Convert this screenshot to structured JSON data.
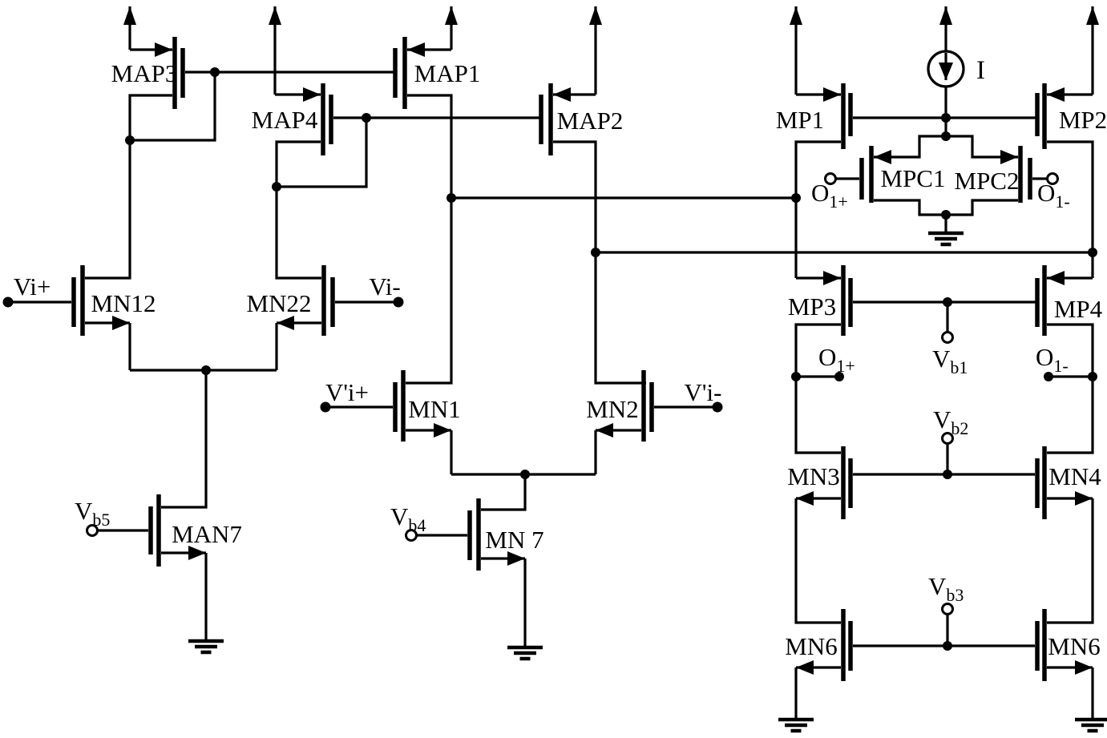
{
  "transistors": {
    "map3": "MAP3",
    "map1": "MAP1",
    "map4": "MAP4",
    "map2": "MAP2",
    "mn12": "MN12",
    "mn22": "MN22",
    "man7": "MAN7",
    "mn1": "MN1",
    "mn2": "MN2",
    "mn7": "MN 7",
    "mp1": "MP1",
    "mp2": "MP2",
    "mpc1": "MPC1",
    "mpc2": "MPC2",
    "mp3": "MP3",
    "mp4": "MP4",
    "mn3": "MN3",
    "mn4": "MN4",
    "mn6_left": "MN6",
    "mn6_right": "MN6"
  },
  "inputs": {
    "vi_plus": "Vi+",
    "vi_minus": "Vi-",
    "vi_prime_plus": "V'i+",
    "vi_prime_minus": "V'i-"
  },
  "bias": {
    "vb1": {
      "base": "V",
      "sub": "b1"
    },
    "vb2": {
      "base": "V",
      "sub": "b2"
    },
    "vb3": {
      "base": "V",
      "sub": "b3"
    },
    "vb4": {
      "base": "V",
      "sub": "b4"
    },
    "vb5": {
      "base": "V",
      "sub": "b5"
    }
  },
  "outputs": {
    "o1_plus": {
      "base": "O",
      "sub": "1+"
    },
    "o1_minus": {
      "base": "O",
      "sub": "1-"
    }
  },
  "current_source": {
    "label": "I"
  }
}
